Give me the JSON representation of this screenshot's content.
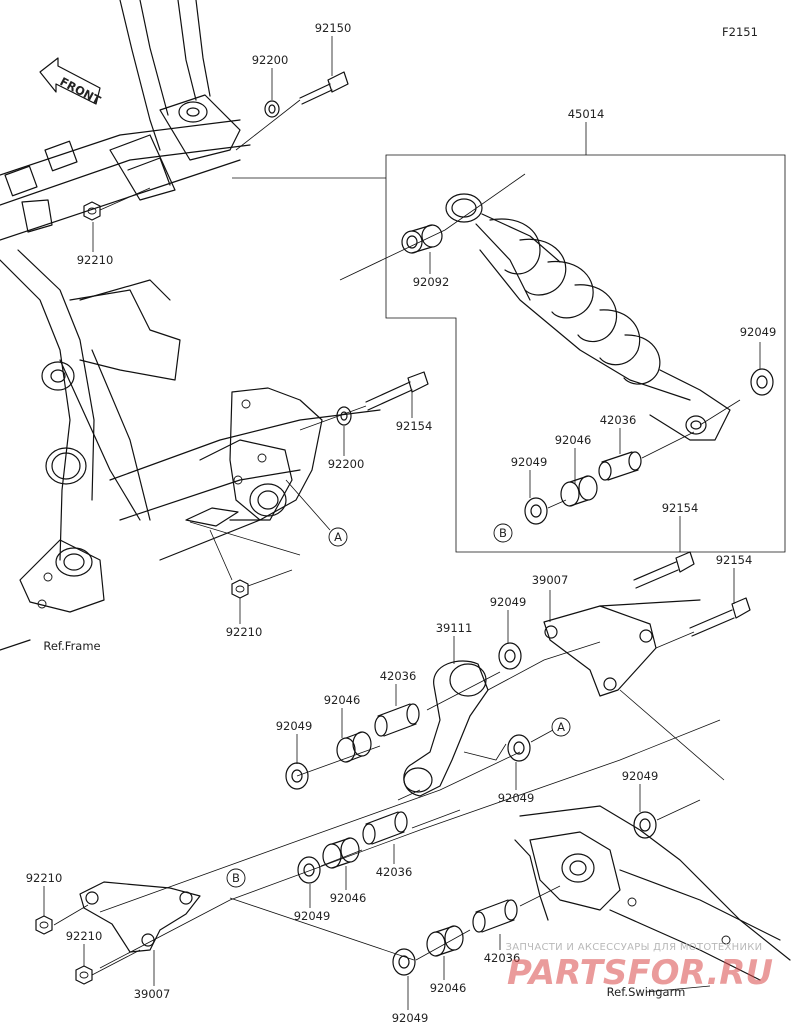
{
  "figure_code": "F2151",
  "front_label": "FRONT",
  "refs": {
    "frame": "Ref.Frame",
    "swingarm": "Ref.Swingarm"
  },
  "callouts": {
    "a": "A",
    "b": "B"
  },
  "parts": {
    "p92150": "92150",
    "p92200_top": "92200",
    "p92210_top": "92210",
    "p45014": "45014",
    "p92092": "92092",
    "p92049_shock_right": "92049",
    "p42036_shock": "42036",
    "p92046_shock": "92046",
    "p92049_shock_left": "92049",
    "p92154_mid": "92154",
    "p92200_mid": "92200",
    "p92210_mid": "92210",
    "p92154_r1": "92154",
    "p92154_r2": "92154",
    "p39007_top": "39007",
    "p92049_link_top": "92049",
    "p39111": "39111",
    "p42036_left": "42036",
    "p92046_left": "92046",
    "p92049_left": "92049",
    "p92049_center": "92049",
    "p92049_right": "92049",
    "p42036_mid": "42036",
    "p92046_mid": "92046",
    "p92049_mid": "92049",
    "p92210_bl1": "92210",
    "p92210_bl2": "92210",
    "p39007_bottom": "39007",
    "p42036_bottom": "42036",
    "p92046_bottom": "92046",
    "p92049_bottom": "92049"
  },
  "watermark": {
    "line1": "ЗАПЧАСТИ И АКСЕССУАРЫ ДЛЯ МОТОТЕХНИКИ",
    "line2": "PARTSFOR.RU"
  }
}
